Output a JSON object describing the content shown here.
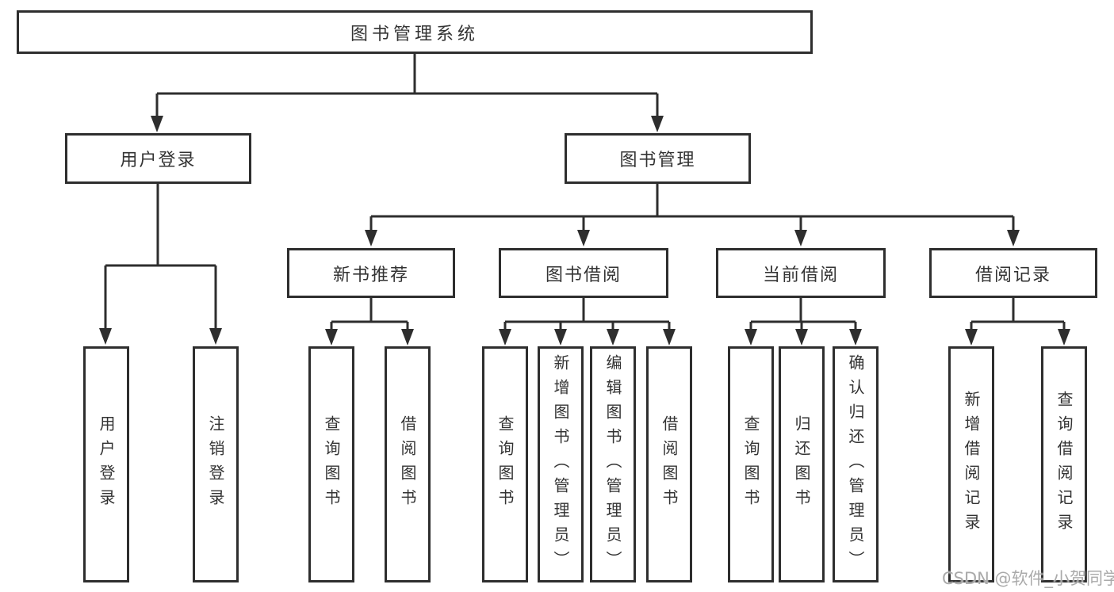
{
  "diagram_type": "functional-structure-tree",
  "colors": {
    "line": "#2e2e2e",
    "box_border": "#2e2e2e",
    "text": "#333333",
    "watermark": "#aaaaaa",
    "background": "#ffffff"
  },
  "tree": {
    "label": "图书管理系统",
    "children": [
      {
        "label": "用户登录",
        "children": [
          {
            "label": "用户登录"
          },
          {
            "label": "注销登录"
          }
        ]
      },
      {
        "label": "图书管理",
        "children": [
          {
            "label": "新书推荐",
            "children": [
              {
                "label": "查询图书"
              },
              {
                "label": "借阅图书"
              }
            ]
          },
          {
            "label": "图书借阅",
            "children": [
              {
                "label": "查询图书"
              },
              {
                "label": "新增图书（管理员）"
              },
              {
                "label": "编辑图书（管理员）"
              },
              {
                "label": "借阅图书"
              }
            ]
          },
          {
            "label": "当前借阅",
            "children": [
              {
                "label": "查询图书"
              },
              {
                "label": "归还图书"
              },
              {
                "label": "确认归还（管理员）"
              }
            ]
          },
          {
            "label": "借阅记录",
            "children": [
              {
                "label": "新增借阅记录"
              },
              {
                "label": "查询借阅记录"
              }
            ]
          }
        ]
      }
    ]
  },
  "watermark": "CSDN @软件_小贺同学"
}
